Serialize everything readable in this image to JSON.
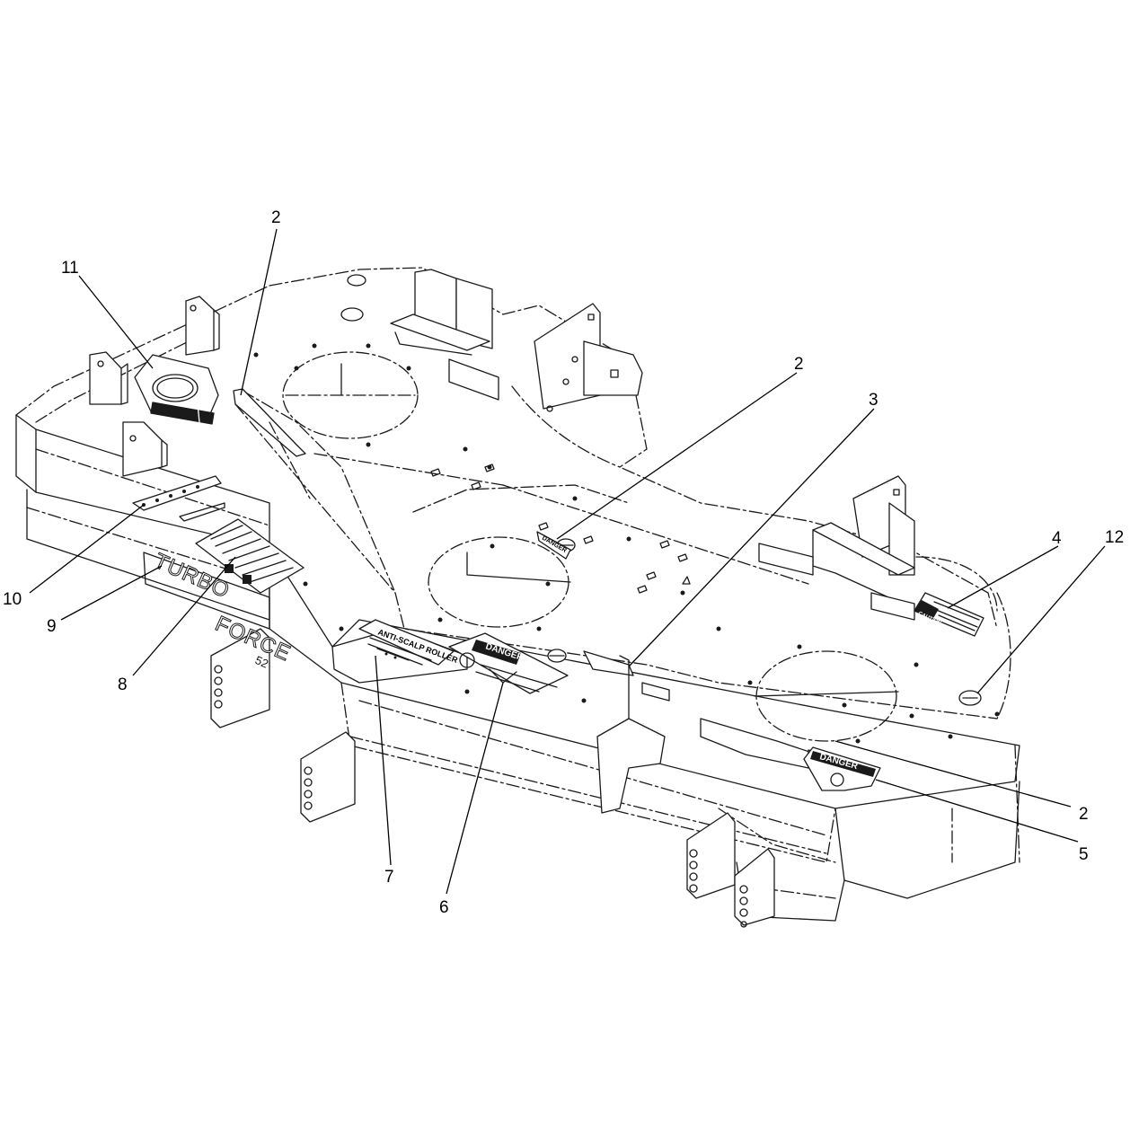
{
  "diagram": {
    "callouts": [
      {
        "id": "c11",
        "label": "11"
      },
      {
        "id": "c2a",
        "label": "2"
      },
      {
        "id": "c2b",
        "label": "2"
      },
      {
        "id": "c3",
        "label": "3"
      },
      {
        "id": "c4",
        "label": "4"
      },
      {
        "id": "c12",
        "label": "12"
      },
      {
        "id": "c10",
        "label": "10"
      },
      {
        "id": "c9",
        "label": "9"
      },
      {
        "id": "c8",
        "label": "8"
      },
      {
        "id": "c7",
        "label": "7"
      },
      {
        "id": "c6",
        "label": "6"
      },
      {
        "id": "c2c",
        "label": "2"
      },
      {
        "id": "c5",
        "label": "5"
      }
    ],
    "deck_emboss": {
      "turbo": "TURBO",
      "force": "FORCE",
      "size": "52"
    },
    "decals": {
      "danger_main": "DANGER",
      "danger_small": "DANGER",
      "danger_badge": "DANGER",
      "caution": "CAUTION",
      "anti_scalp_title": "ANTI-SCALP ROLLER"
    }
  }
}
